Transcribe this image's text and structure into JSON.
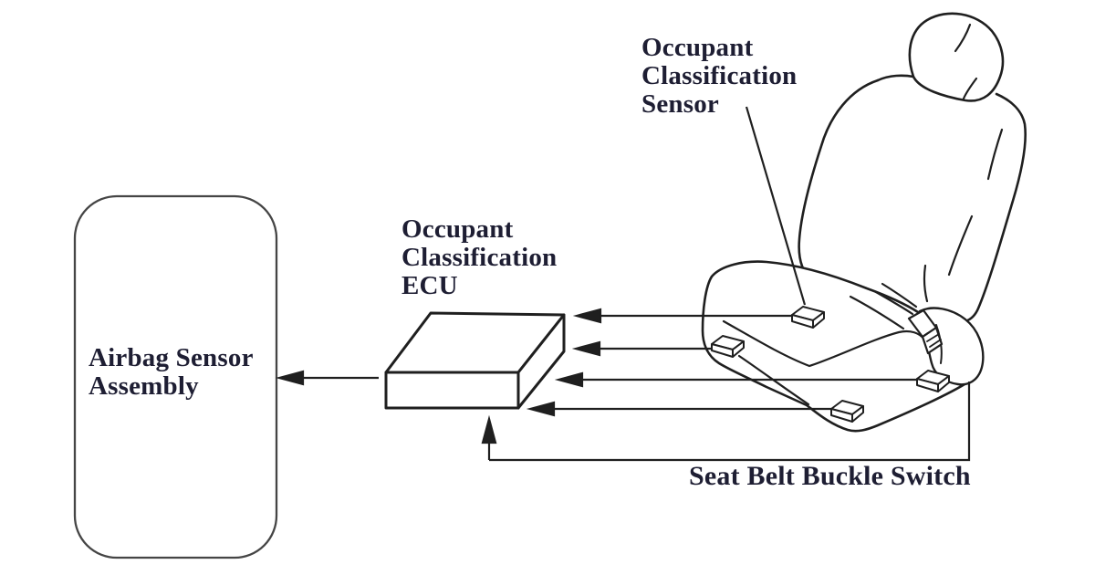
{
  "diagram": {
    "labels": {
      "occupant_sensor": "Occupant\nClassification\nSensor",
      "ecu": "Occupant\nClassification\nECU",
      "airbag_assembly": "Airbag Sensor\nAssembly",
      "buckle_switch": "Seat Belt Buckle Switch"
    },
    "colors": {
      "line": "#1f1f1f",
      "text": "#1e1e33",
      "box_outline": "#454545",
      "background": "#ffffff"
    },
    "components": {
      "sensor_count": 4
    }
  }
}
